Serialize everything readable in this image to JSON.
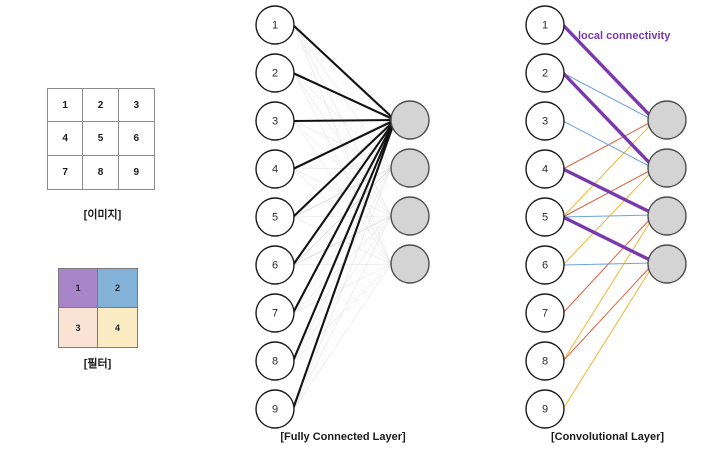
{
  "image_block": {
    "caption": "[이미지]",
    "cells": [
      "1",
      "2",
      "3",
      "4",
      "5",
      "6",
      "7",
      "8",
      "9"
    ]
  },
  "filter_block": {
    "caption": "[필터]",
    "cells": [
      {
        "label": "1",
        "color": "#a785c8"
      },
      {
        "label": "2",
        "color": "#83b1d8"
      },
      {
        "label": "3",
        "color": "#fae3d5"
      },
      {
        "label": "4",
        "color": "#fcecc3"
      }
    ]
  },
  "fully_connected": {
    "caption": "[Fully Connected Layer]",
    "input_labels": [
      "1",
      "2",
      "3",
      "4",
      "5",
      "6",
      "7",
      "8",
      "9"
    ],
    "output_count": 4,
    "colors": {
      "strong_edge": "#111111",
      "faint_edge": "#cfcfcf",
      "node_fill": "#ffffff",
      "output_fill": "#d4d4d4"
    }
  },
  "convolutional": {
    "caption": "[Convolutional Layer]",
    "annotation": "local connectivity",
    "annotation_color": "#7a38ae",
    "input_labels": [
      "1",
      "2",
      "3",
      "4",
      "5",
      "6",
      "7",
      "8",
      "9"
    ],
    "output_count": 4,
    "filter_colors": {
      "tap1": "#7a38ae",
      "tap2": "#6ba3dd",
      "tap3": "#e0603a",
      "tap4": "#edb731"
    },
    "connections": [
      {
        "output": 1,
        "sources": [
          1,
          2,
          4,
          5
        ]
      },
      {
        "output": 2,
        "sources": [
          2,
          3,
          5,
          6
        ]
      },
      {
        "output": 3,
        "sources": [
          4,
          5,
          7,
          8
        ]
      },
      {
        "output": 4,
        "sources": [
          5,
          6,
          8,
          9
        ]
      }
    ]
  }
}
